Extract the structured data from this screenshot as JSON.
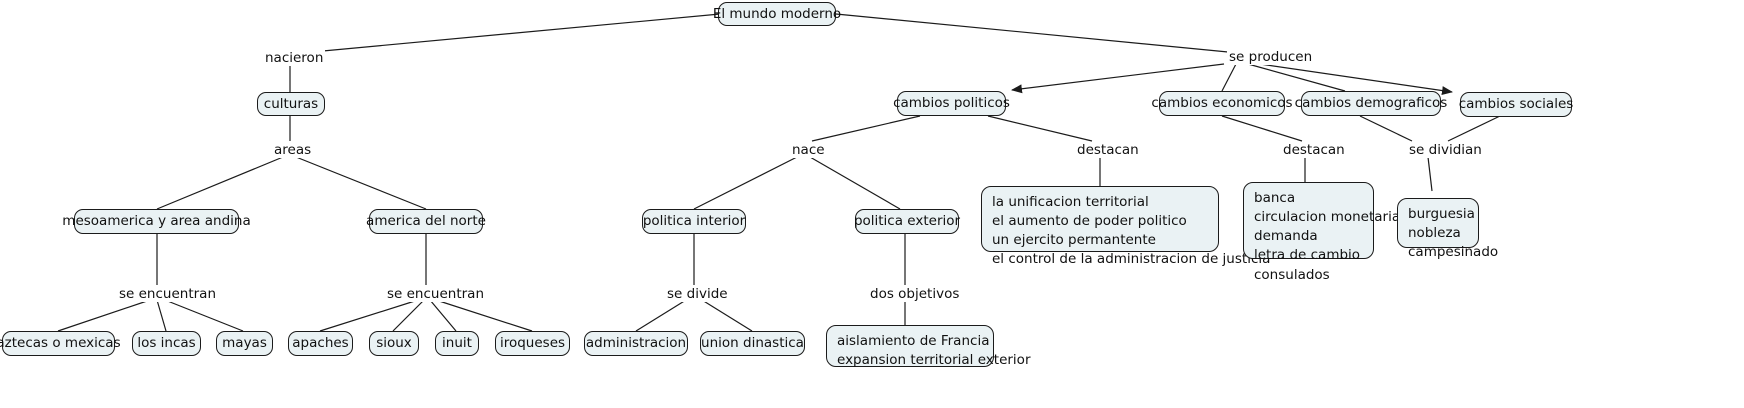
{
  "diagram": {
    "title": "El mundo moderno",
    "type": "concept-map",
    "colors": {
      "node_fill": "#eaf2f4",
      "node_border": "#1b1b1b",
      "edge": "#1b1b1b",
      "text": "#111111",
      "background": "#ffffff"
    },
    "nodes": [
      {
        "id": "root",
        "label": "El mundo moderno"
      },
      {
        "id": "culturas",
        "label": "culturas"
      },
      {
        "id": "meso",
        "label": "mesoamerica y area andina"
      },
      {
        "id": "norte",
        "label": "america del norte"
      },
      {
        "id": "aztecas",
        "label": "aztecas o mexicas"
      },
      {
        "id": "incas",
        "label": "los incas"
      },
      {
        "id": "mayas",
        "label": "mayas"
      },
      {
        "id": "apaches",
        "label": "apaches"
      },
      {
        "id": "sioux",
        "label": "sioux"
      },
      {
        "id": "inuit",
        "label": "inuit"
      },
      {
        "id": "iroqueses",
        "label": "iroqueses"
      },
      {
        "id": "politicos",
        "label": "cambios politicos"
      },
      {
        "id": "interior",
        "label": "politica interior"
      },
      {
        "id": "exterior",
        "label": "politica exterior"
      },
      {
        "id": "admin",
        "label": "administracion"
      },
      {
        "id": "union",
        "label": "union dinastica"
      },
      {
        "id": "objetivos",
        "label": "aislamiento de Francia\nexpansion territorial exterior"
      },
      {
        "id": "destacan1",
        "label": "la unificacion territorial\nel aumento de poder politico\nun ejercito permantente\nel control de la administracion de justicia"
      },
      {
        "id": "economicos",
        "label": "cambios economicos"
      },
      {
        "id": "banca",
        "label": "banca\ncirculacion monetaria\ndemanda\nletra de cambio\nconsulados"
      },
      {
        "id": "demograficos",
        "label": "cambios demograficos"
      },
      {
        "id": "sociales",
        "label": "cambios sociales"
      },
      {
        "id": "clases",
        "label": "burguesia\nnobleza\ncampesinado"
      }
    ],
    "link_labels": [
      {
        "id": "nacieron",
        "label": "nacieron"
      },
      {
        "id": "se_producen",
        "label": "se producen"
      },
      {
        "id": "areas",
        "label": "areas"
      },
      {
        "id": "se_encuentran1",
        "label": "se encuentran"
      },
      {
        "id": "se_encuentran2",
        "label": "se encuentran"
      },
      {
        "id": "nace",
        "label": "nace"
      },
      {
        "id": "destacan_a",
        "label": "destacan"
      },
      {
        "id": "destacan_b",
        "label": "destacan"
      },
      {
        "id": "se_dividian",
        "label": "se dividian"
      },
      {
        "id": "se_divide",
        "label": "se divide"
      },
      {
        "id": "dos_objetivos",
        "label": "dos objetivos"
      }
    ]
  }
}
